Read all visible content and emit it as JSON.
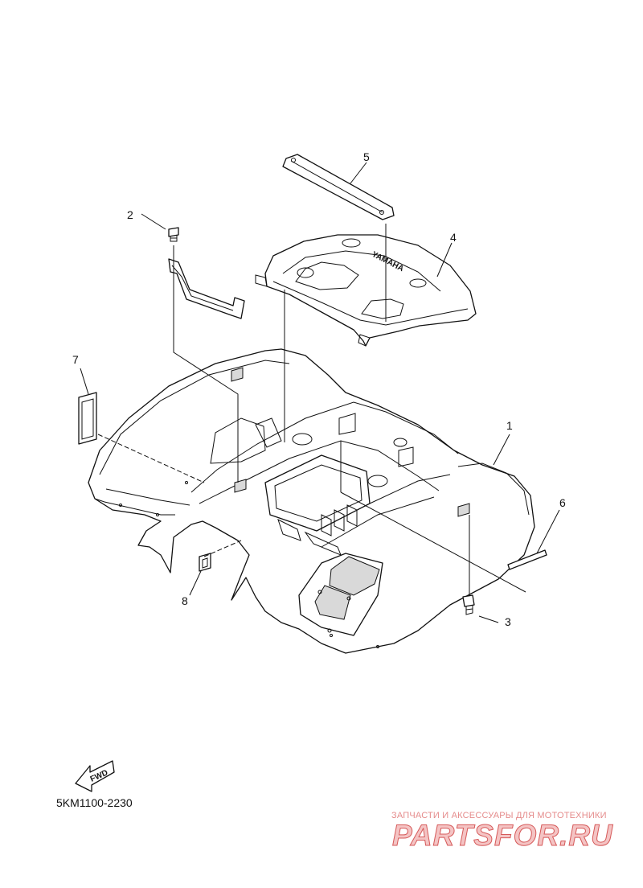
{
  "diagram": {
    "callouts": [
      {
        "id": 1,
        "label": "1"
      },
      {
        "id": 2,
        "label": "2"
      },
      {
        "id": 3,
        "label": "3"
      },
      {
        "id": 4,
        "label": "4"
      },
      {
        "id": 5,
        "label": "5"
      },
      {
        "id": 6,
        "label": "6"
      },
      {
        "id": 7,
        "label": "7"
      },
      {
        "id": 8,
        "label": "8"
      }
    ],
    "fwd_label": "FWD",
    "part_code": "5KM1100-2230",
    "emblem_text": "YAMAHA"
  },
  "watermark": {
    "tagline": "ЗАПЧАСТИ И АКСЕССУАРЫ ДЛЯ МОТОТЕХНИКИ",
    "logo": "PARTSFOR.RU",
    "color": "#e58b8b"
  }
}
